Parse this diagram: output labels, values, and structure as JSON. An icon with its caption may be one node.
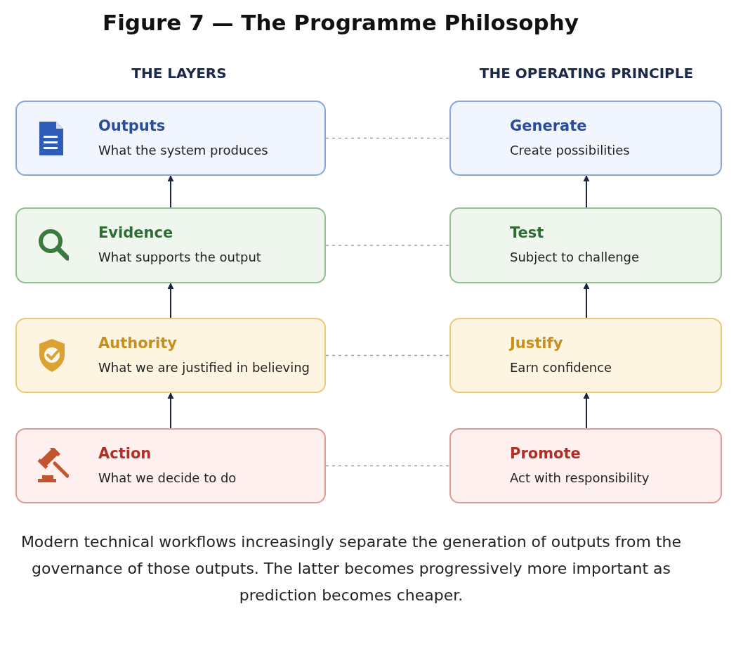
{
  "diagram": {
    "title": "Figure 7 — The Programme Philosophy",
    "caption": "Modern technical workflows increasingly separate the generation of outputs from the governance of those outputs. The latter becomes progressively more important as prediction becomes cheaper.",
    "nodes": [
      {
        "text": [
          "Outputs",
          "What the system produces"
        ]
      },
      {
        "text": [
          "Evidence",
          "What supports the output"
        ]
      },
      {
        "text": [
          "Authority",
          "What we are justified in believing"
        ]
      },
      {
        "text": [
          "Action",
          "What we decide to do"
        ]
      },
      {
        "text": [
          "Generate",
          "Create possibilities"
        ]
      },
      {
        "text": [
          "Test",
          "Subject to challenge"
        ]
      },
      {
        "text": [
          "Justify",
          "Earn confidence"
        ]
      },
      {
        "text": [
          "Promote",
          "Act with responsibility"
        ]
      }
    ],
    "edges": [
      {
        "from": 1,
        "to": 0,
        "arrow": "to"
      },
      {
        "from": 2,
        "to": 1,
        "arrow": "to"
      },
      {
        "from": 3,
        "to": 2,
        "arrow": "to"
      },
      {
        "from": 5,
        "to": 4,
        "arrow": "to"
      },
      {
        "from": 6,
        "to": 5,
        "arrow": "to"
      },
      {
        "from": 7,
        "to": 6,
        "arrow": "to"
      },
      {
        "from": 0,
        "to": 4,
        "arrow": "none",
        "style": "dashed",
        "color": "#9aa0a8"
      },
      {
        "from": 1,
        "to": 5,
        "arrow": "none",
        "style": "dashed",
        "color": "#9aa0a8"
      },
      {
        "from": 2,
        "to": 6,
        "arrow": "none",
        "style": "dashed",
        "color": "#9aa0a8"
      },
      {
        "from": 3,
        "to": 7,
        "arrow": "none",
        "style": "dashed",
        "color": "#9aa0a8"
      }
    ],
    "labels": [
      "THE LAYERS",
      "THE OPERATING PRINCIPLE"
    ]
  }
}
